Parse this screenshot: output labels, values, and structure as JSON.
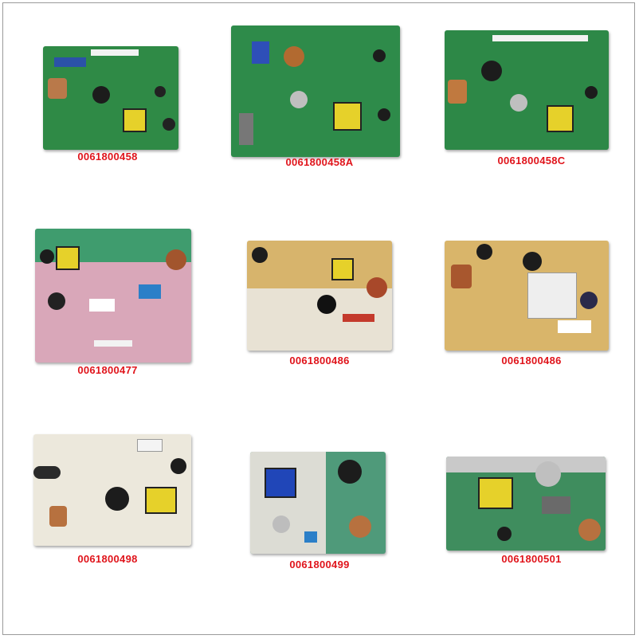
{
  "products": [
    {
      "code": "0061800458",
      "board_color": "#2f8a46"
    },
    {
      "code": "0061800458A",
      "board_color": "#2e8b4a"
    },
    {
      "code": "0061800458C",
      "board_color": "#2d8847"
    },
    {
      "code": "0061800477",
      "board_color": "#d9a7b9"
    },
    {
      "code": "0061800486",
      "board_color": "#e8e2d4"
    },
    {
      "code": "0061800486",
      "board_color": "#d9b56a"
    },
    {
      "code": "0061800498",
      "board_color": "#ece8dc"
    },
    {
      "code": "0061800499",
      "board_color": "#4f9a7a"
    },
    {
      "code": "0061800501",
      "board_color": "#3f8d5e"
    }
  ],
  "accent_color": "#e0141b"
}
